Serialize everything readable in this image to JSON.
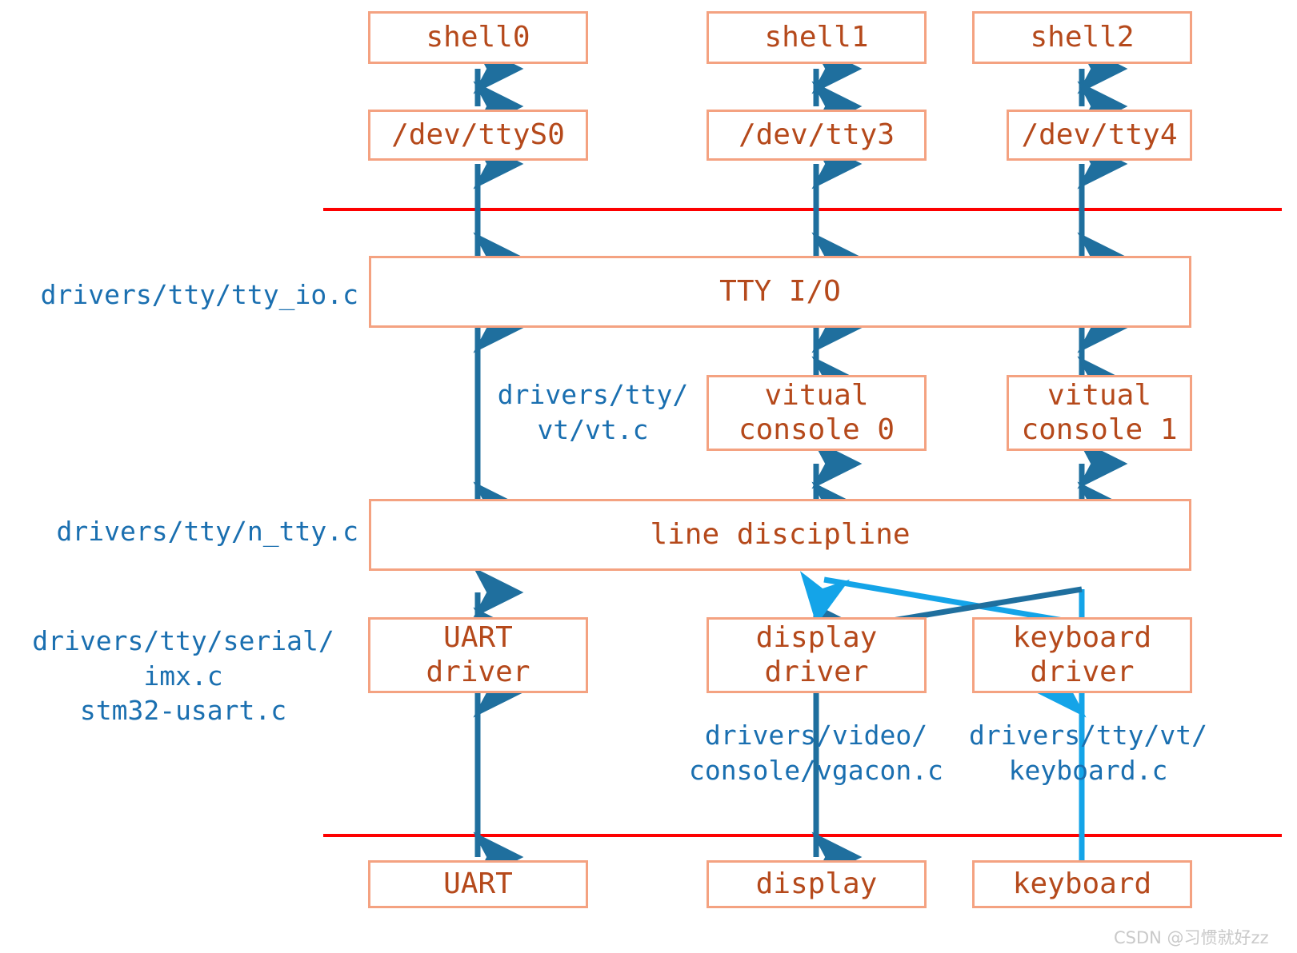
{
  "diagram": {
    "title": "Linux TTY subsystem architecture",
    "colors": {
      "box_border": "#f4a281",
      "box_text": "#b5491b",
      "label_text": "#1a6fb0",
      "arrow_dark": "#1f6f9e",
      "arrow_light": "#14a4e8",
      "separator": "#fd0000",
      "background": "#ffffff"
    },
    "boxes": {
      "shell0": "shell0",
      "shell1": "shell1",
      "shell2": "shell2",
      "dev_ttyS0": "/dev/ttyS0",
      "dev_tty3": "/dev/tty3",
      "dev_tty4": "/dev/tty4",
      "tty_io": "TTY I/O",
      "vconsole0": "vitual\nconsole 0",
      "vconsole1": "vitual\nconsole 1",
      "line_discipline": "line discipline",
      "uart_driver": "UART\ndriver",
      "display_driver": "display\ndriver",
      "keyboard_driver": "keyboard\ndriver",
      "uart": "UART",
      "display": "display",
      "keyboard": "keyboard"
    },
    "labels": {
      "tty_io_src": "drivers/tty/tty_io.c",
      "vt_src": "drivers/tty/\nvt/vt.c",
      "n_tty_src": "drivers/tty/n_tty.c",
      "serial_src": "drivers/tty/serial/\nimx.c\nstm32-usart.c",
      "vgacon_src": "drivers/video/\nconsole/vgacon.c",
      "keyboard_src": "drivers/tty/vt/\nkeyboard.c"
    },
    "watermark": "CSDN @习惯就好zz"
  }
}
